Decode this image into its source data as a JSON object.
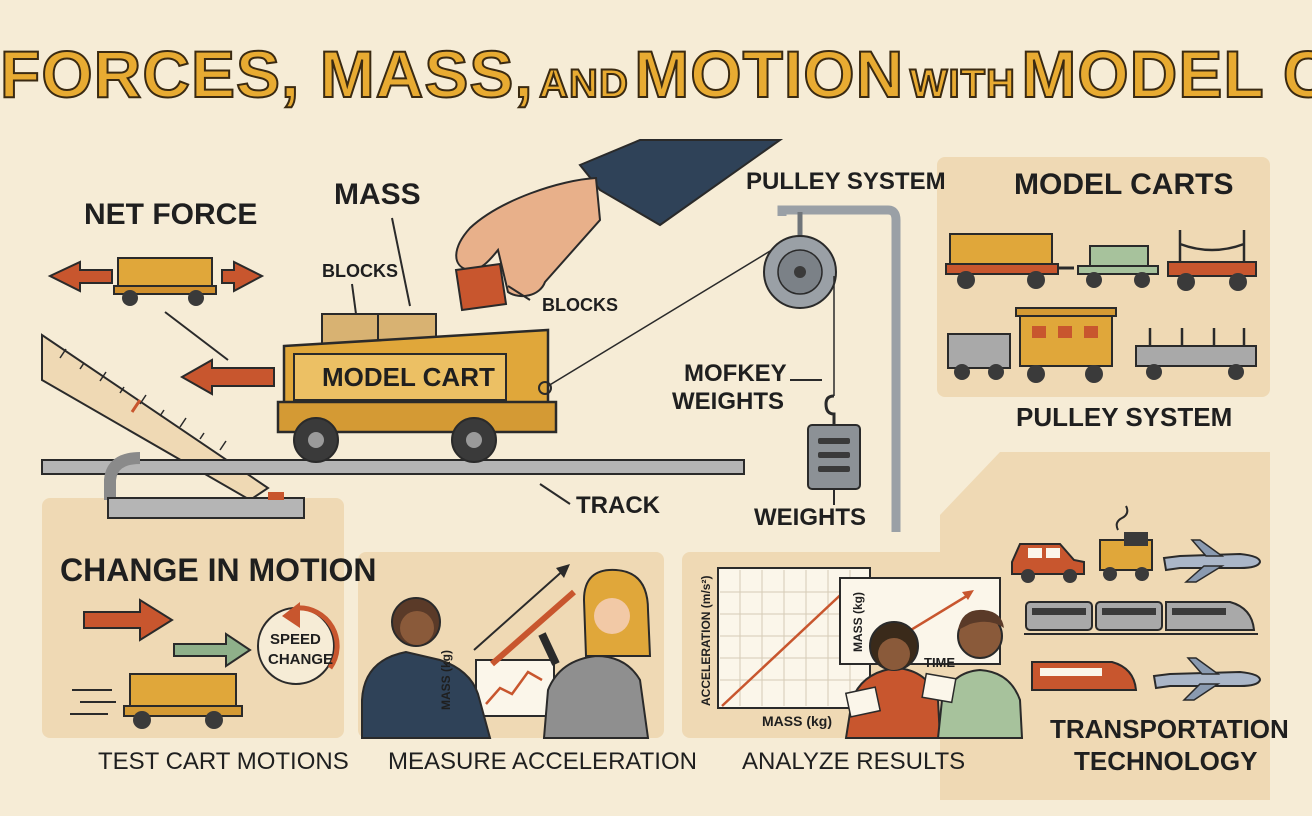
{
  "title": {
    "part1": "FORCES, MASS,",
    "part2": "AND",
    "part3": "MOTION",
    "part4": "WITH",
    "part5": "MODEL CARTS"
  },
  "labels": {
    "net_force": "NET FORCE",
    "mass": "MASS",
    "blocks_left": "BLOCKS",
    "blocks_right": "BLOCKS",
    "model_cart": "MODEL CART",
    "pulley_system_top": "PULLEY SYSTEM",
    "hanging_weights_line1": "MOFKEY",
    "hanging_weights_line2": "WEIGHTS",
    "weights": "WEIGHTS",
    "track": "TRACK",
    "model_carts_heading": "MODEL CARTS",
    "pulley_system_panel": "PULLEY SYSTEM",
    "change_in_motion": "CHANGE IN MOTION",
    "speed_change_line1": "SPEED",
    "speed_change_line2": "CHANGE",
    "measure_chart_ylabel": "MASS (kg)",
    "graph_ylabel": "ACCELERATION (m/s²)",
    "graph_xlabel": "MASS (kg)",
    "graph2_ylabel": "MASS (kg)",
    "graph2_xlabel": "TIME",
    "transportation_line1": "TRANSPORTATION",
    "transportation_line2": "TECHNOLOGY"
  },
  "captions": {
    "test_cart_motions": "TEST CART MOTIONS",
    "measure_acceleration": "MEASURE ACCELERATION",
    "analyze_results": "ANALYZE RESULTS"
  },
  "colors": {
    "background": "#f6ecd6",
    "panel": "#efd9b4",
    "title_fill": "#e8ab32",
    "cart_yellow": "#e0a73a",
    "arrow_red": "#c8562e",
    "arrow_green": "#8fb08a",
    "track_gray": "#a9a9a9",
    "outline": "#2a2a2a"
  }
}
